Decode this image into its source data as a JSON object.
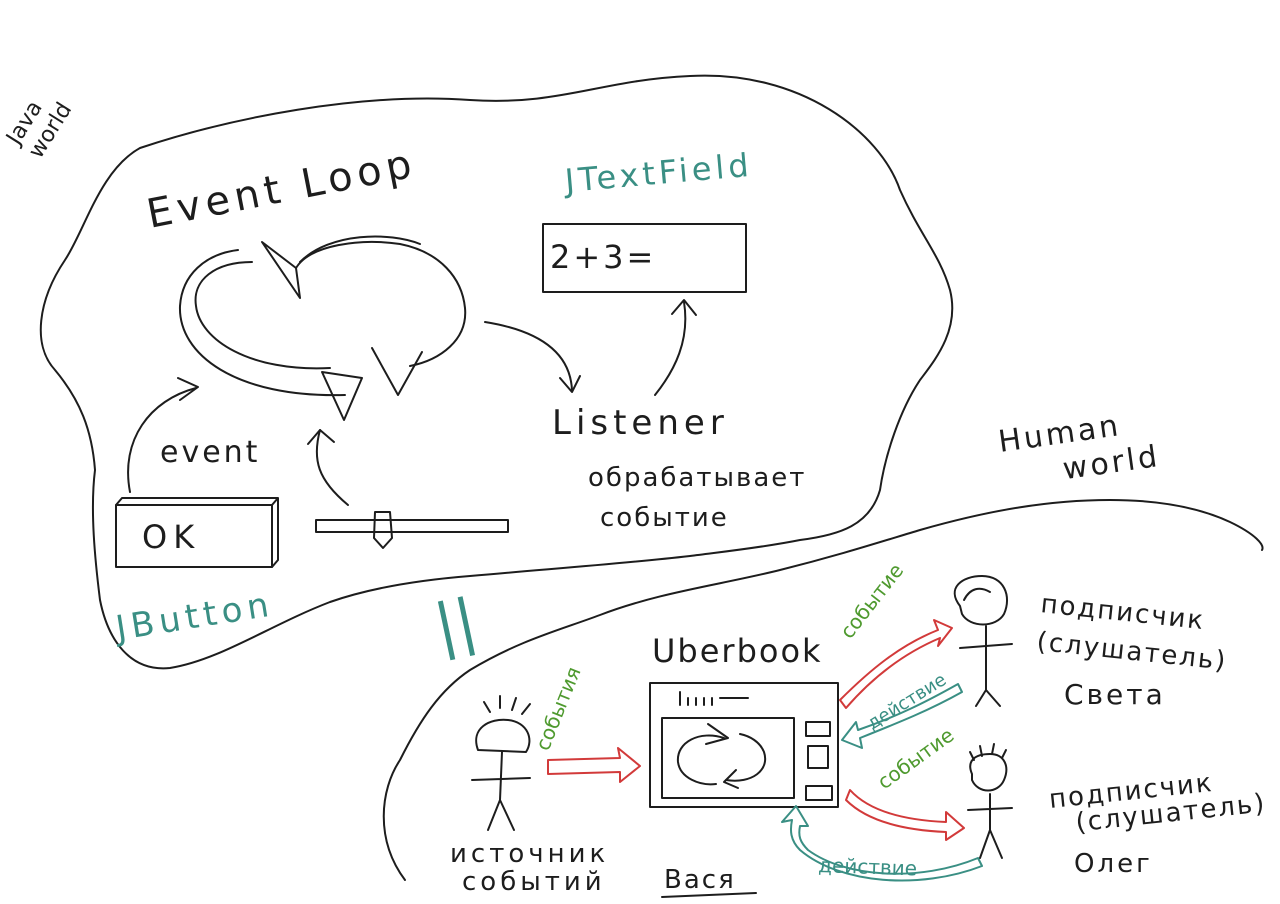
{
  "colors": {
    "ink": "#1d1d1d",
    "teal": "#3a8f84",
    "red": "#d23a3a",
    "green": "#4f9a2f"
  },
  "java_world": {
    "label_line1": "Java",
    "label_line2": "world",
    "event_loop": "Event Loop",
    "event": "event",
    "button_text": "OK",
    "button_name": "JButton",
    "textfield_name": "JTextField",
    "textfield_value": "2+3=",
    "listener": "Listener",
    "listener_desc_line1": "обрабатывает",
    "listener_desc_line2": "событие"
  },
  "equivalence_mark": "||",
  "human_world": {
    "label_line1": "Human",
    "label_line2": "world",
    "app": "Uberbook",
    "source_line1": "источник",
    "source_line2": "событий",
    "source_name": "Вася",
    "subscriber1_line1": "подписчик",
    "subscriber1_line2": "(слушатель)",
    "subscriber1_name": "Света",
    "subscriber2_line1": "подписчик",
    "subscriber2_line2": "(слушатель)",
    "subscriber2_name": "Олег",
    "edge_source_event": "события",
    "edge_to_sveta_event": "событие",
    "edge_from_sveta_action": "действие",
    "edge_to_oleg_event": "событие",
    "edge_from_oleg_action": "действие"
  }
}
